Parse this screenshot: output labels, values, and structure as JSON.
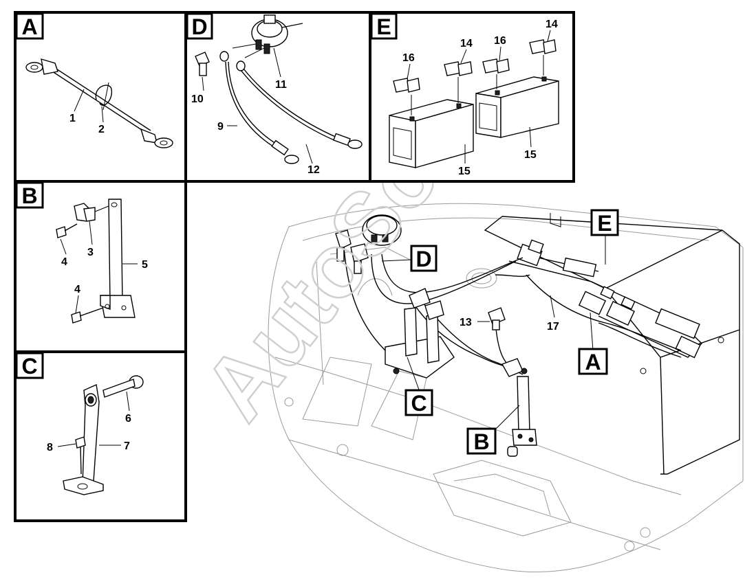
{
  "panels": [
    {
      "id": "A",
      "letter": "A",
      "callouts": [
        "1",
        "2"
      ]
    },
    {
      "id": "B",
      "letter": "B",
      "callouts": [
        "4",
        "3",
        "5",
        "4"
      ]
    },
    {
      "id": "C",
      "letter": "C",
      "callouts": [
        "6",
        "8",
        "7"
      ]
    },
    {
      "id": "D",
      "letter": "D",
      "callouts": [
        "10",
        "11",
        "9",
        "12"
      ]
    },
    {
      "id": "E",
      "letter": "E",
      "callouts": [
        "16",
        "14",
        "16",
        "14",
        "15",
        "15"
      ]
    }
  ],
  "main_view": {
    "tags": [
      "D",
      "E",
      "A",
      "C",
      "B"
    ],
    "callouts": [
      "13",
      "17"
    ]
  },
  "watermark": "AutoSoft"
}
